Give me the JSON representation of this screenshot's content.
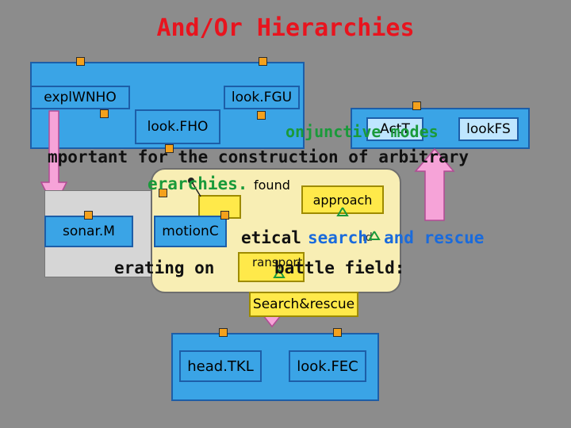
{
  "title": "And/Or Hierarchies",
  "boxes": {
    "expl": "explWNHO",
    "lookfgu": "look.FGU",
    "lookfho": "look.FHO",
    "sonar": "sonar.M",
    "motion": "motionC",
    "search": "Search&rescue",
    "head": "head.TKL",
    "lookfec": "look.FEC",
    "approach": "approach",
    "found": "found",
    "right_a": "ActT",
    "right_b": "lookFS"
  },
  "overlay": {
    "line1_fragment": "onjunctive modes",
    "line2_start": "mportant for the construction of arbitrary",
    "line3": "erarchies.",
    "line4_dark": "etical",
    "line4_search": "search",
    "line4_rest": "and rescue",
    "line5_a": "erating on",
    "line5_b": "battle field:"
  },
  "small_labels": {
    "ransport": "ransport",
    "nd": "nd"
  },
  "colors": {
    "title": "#e8141e",
    "box_blue": "#3aa4e6",
    "port": "#f4a11c",
    "panel_yellow": "#f8eeb4",
    "arrow_pink": "#f6a3d8"
  }
}
